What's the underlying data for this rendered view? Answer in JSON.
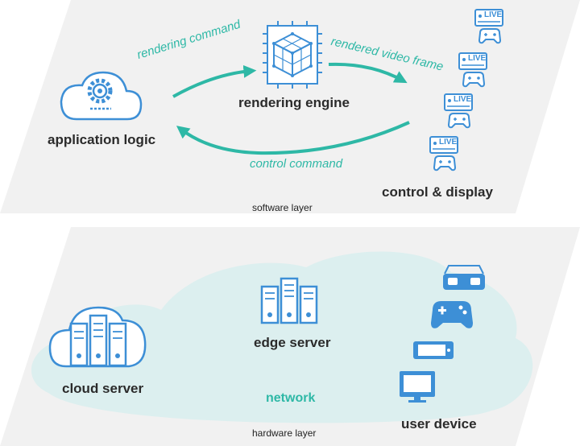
{
  "software_layer": {
    "label": "software layer",
    "nodes": {
      "application_logic": "application logic",
      "rendering_engine": "rendering engine",
      "control_display": "control & display"
    },
    "arrows": {
      "rendering_command": "rendering command",
      "rendered_video_frame": "rendered video frame",
      "control_command": "control command"
    },
    "live_badge": "LIVE"
  },
  "hardware_layer": {
    "label": "hardware layer",
    "network": "network",
    "nodes": {
      "cloud_server": "cloud server",
      "edge_server": "edge server",
      "user_device": "user device"
    }
  },
  "colors": {
    "panel": "#f1f1f1",
    "accent_blue": "#3d8fd6",
    "accent_teal": "#2eb8a6",
    "network_cloud": "#dcefef",
    "text": "#2b2b2b"
  },
  "icons": [
    "gear-cloud-icon",
    "cube-chip-icon",
    "live-controller-icon",
    "server-cloud-icon",
    "server-rack-icon",
    "vr-headset-icon",
    "gamepad-icon",
    "smartphone-icon",
    "monitor-icon"
  ]
}
